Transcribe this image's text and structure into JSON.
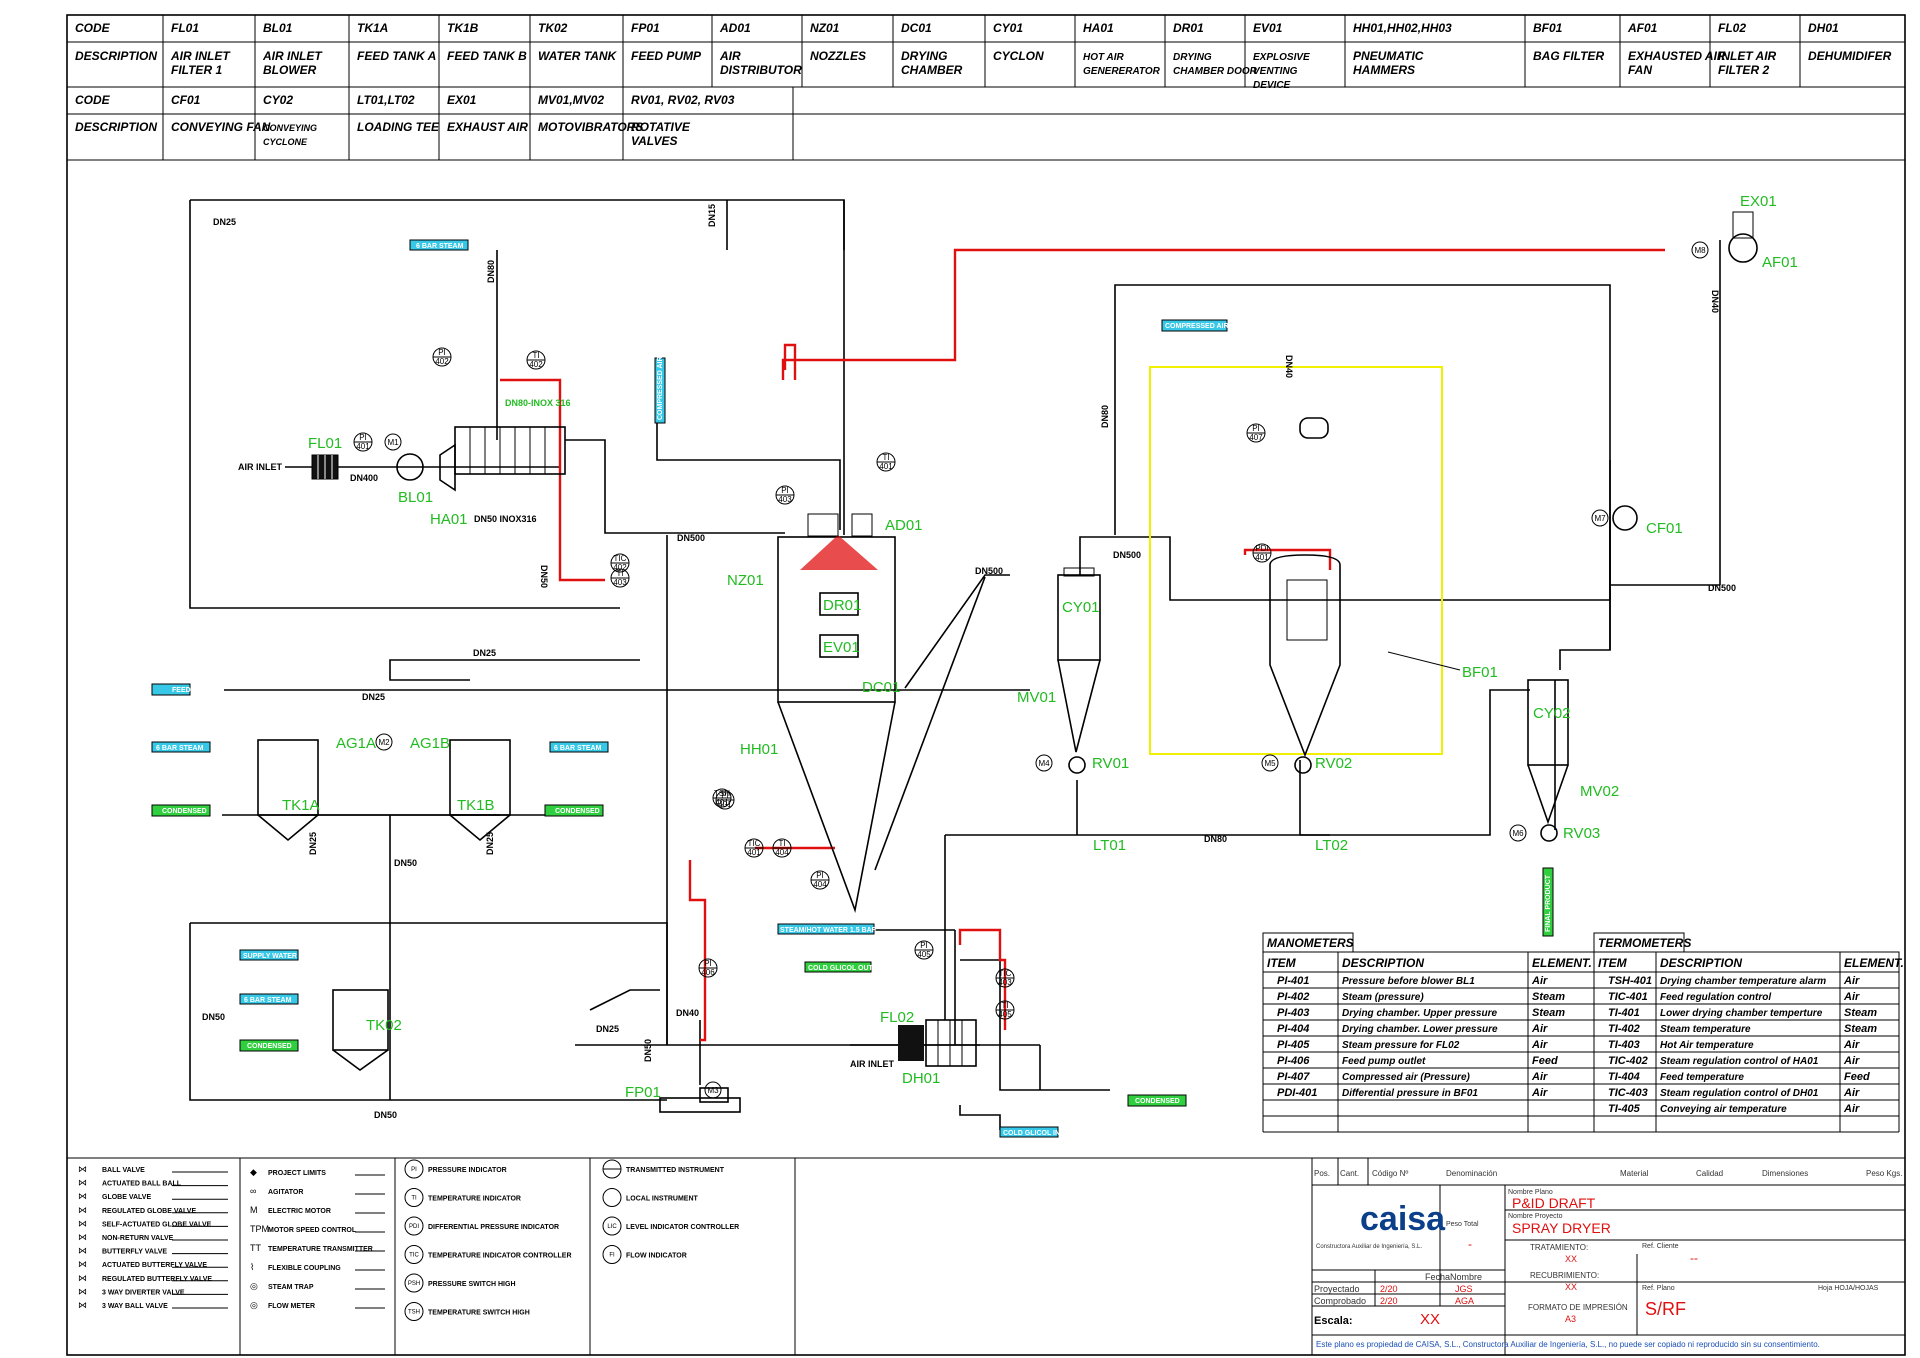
{
  "header_table": {
    "row1": [
      {
        "code": "CODE",
        "desc": "DESCRIPTION"
      },
      {
        "code": "FL01",
        "desc": "AIR INLET FILTER 1"
      },
      {
        "code": "BL01",
        "desc": "AIR INLET BLOWER"
      },
      {
        "code": "TK1A",
        "desc": "FEED TANK A"
      },
      {
        "code": "TK1B",
        "desc": "FEED TANK B"
      },
      {
        "code": "TK02",
        "desc": "WATER TANK"
      },
      {
        "code": "FP01",
        "desc": "FEED PUMP"
      },
      {
        "code": "AD01",
        "desc": "AIR DISTRIBUTOR"
      },
      {
        "code": "NZ01",
        "desc": "NOZZLES"
      },
      {
        "code": "DC01",
        "desc": "DRYING CHAMBER"
      },
      {
        "code": "CY01",
        "desc": "CYCLON"
      },
      {
        "code": "HA01",
        "desc": "HOT AIR GENERERATOR"
      },
      {
        "code": "DR01",
        "desc": "DRYING CHAMBER DOOR"
      },
      {
        "code": "EV01",
        "desc": "EXPLOSIVE VENTING DEVICE"
      },
      {
        "code": "HH01,HH02,HH03",
        "desc": "PNEUMATIC HAMMERS"
      },
      {
        "code": "BF01",
        "desc": "BAG FILTER"
      },
      {
        "code": "AF01",
        "desc": "EXHAUSTED AIR FAN"
      },
      {
        "code": "FL02",
        "desc": "INLET AIR FILTER 2"
      },
      {
        "code": "DH01",
        "desc": "DEHUMIDIFER"
      }
    ],
    "row2": [
      {
        "code": "CODE",
        "desc": "DESCRIPTION"
      },
      {
        "code": "CF01",
        "desc": "CONVEYING FAN"
      },
      {
        "code": "CY02",
        "desc": "CONVEYING CYCLONE"
      },
      {
        "code": "LT01,LT02",
        "desc": "LOADING TEE"
      },
      {
        "code": "EX01",
        "desc": "EXHAUST AIR"
      },
      {
        "code": "MV01,MV02",
        "desc": "MOTOVIBRATORS"
      },
      {
        "code": "RV01, RV02, RV03",
        "desc": "ROTATIVE VALVES"
      }
    ]
  },
  "equipment": {
    "FL01": "FL01",
    "BL01": "BL01",
    "HA01": "HA01",
    "AD01": "AD01",
    "NZ01": "NZ01",
    "DR01": "DR01",
    "EV01": "EV01",
    "DC01": "DC01",
    "HH01": "HH01",
    "CY01": "CY01",
    "MV01": "MV01",
    "RV01": "RV01",
    "LT01": "LT01",
    "BF01": "BF01",
    "RV02": "RV02",
    "LT02": "LT02",
    "CY02": "CY02",
    "MV02": "MV02",
    "RV03": "RV03",
    "CF01": "CF01",
    "AF01": "AF01",
    "EX01": "EX01",
    "TK1A": "TK1A",
    "TK1B": "TK1B",
    "AG1A": "AG1A",
    "AG1B": "AG1B",
    "TK02": "TK02",
    "FP01": "FP01",
    "FL02": "FL02",
    "DH01": "DH01"
  },
  "labels": {
    "air_inlet_1": "AIR INLET",
    "air_inlet_2": "AIR INLET",
    "dn25_a": "DN25",
    "dn15": "DN15",
    "dn80_a": "DN80",
    "dn400": "DN400",
    "dn80_inox": "DN80-INOX 316",
    "dn50_inox": "DN50 INOX316",
    "dn50_a": "DN50",
    "dn500_a": "DN500",
    "dn500_b": "DN500",
    "dn500_c": "DN500",
    "dn500_d": "DN500",
    "dn25_b": "DN25",
    "dn25_c": "DN25",
    "dn25_d": "DN25",
    "dn25_e": "DN25",
    "dn25_f": "DN25",
    "dn50_b": "DN50",
    "dn50_c": "DN50",
    "dn50_d": "DN50",
    "dn50_e": "DN50",
    "dn80_b": "DN80",
    "dn80_c": "DN80",
    "dn40_a": "DN40",
    "dn40_b": "DN40",
    "dn40_c": "DN40"
  },
  "utilities": {
    "steam_6bar_1": "6 BAR STEAM",
    "compressed_air_1": "COMPRESSED AIR",
    "compressed_air_2": "COMPRESSED AIR",
    "feed": "FEED",
    "steam_6bar_2": "6 BAR STEAM",
    "steam_6bar_3": "6 BAR STEAM",
    "condensed_1": "CONDENSED",
    "condensed_2": "CONDENSED",
    "supply_water": "SUPPLY WATER",
    "steam_6bar_4": "6 BAR STEAM",
    "condensed_3": "CONDENSED",
    "steam_hot_water": "STEAM/HOT WATER 1.5 BAR",
    "cold_glicol_out": "COLD GLICOL OUT",
    "cold_glicol_in": "COLD GLICOL IN",
    "condensed_4": "CONDENSED",
    "final_product": "FINAL PRODUCT"
  },
  "instruments": {
    "pi401": [
      "PI",
      "401"
    ],
    "pi402": [
      "PI",
      "402"
    ],
    "pi403": [
      "PI",
      "403"
    ],
    "pi404": [
      "PI",
      "404"
    ],
    "pi405": [
      "PI",
      "405"
    ],
    "pi406": [
      "PI",
      "406"
    ],
    "pi407": [
      "PI",
      "407"
    ],
    "pdi401": [
      "PDI",
      "401"
    ],
    "ti401": [
      "TI",
      "401"
    ],
    "ti402": [
      "TI",
      "402"
    ],
    "ti403": [
      "TI",
      "403"
    ],
    "ti404": [
      "TI",
      "404"
    ],
    "ti405": [
      "TI",
      "405"
    ],
    "tic401": [
      "TIC",
      "401"
    ],
    "tic402": [
      "TIC",
      "402"
    ],
    "tic403": [
      "TIC",
      "403"
    ],
    "tsh401": [
      "TSH",
      "401"
    ],
    "m1": "M1",
    "m2": "M2",
    "m3": "M3",
    "m4": "M4",
    "m5": "M5",
    "m6": "M6",
    "m7": "M7",
    "m8": "M8",
    "tt": "TT",
    "tpm": "TPM"
  },
  "manometers": {
    "title": "MANOMETERS",
    "headers": [
      "ITEM",
      "DESCRIPTION",
      "ELEMENT."
    ],
    "rows": [
      [
        "PI-401",
        "Pressure before blower BL1",
        "Air"
      ],
      [
        "PI-402",
        "Steam (pressure)",
        "Steam"
      ],
      [
        "PI-403",
        "Drying chamber. Upper pressure",
        "Steam"
      ],
      [
        "PI-404",
        "Drying chamber. Lower pressure",
        "Air"
      ],
      [
        "PI-405",
        "Steam pressure for FL02",
        "Air"
      ],
      [
        "PI-406",
        "Feed pump outlet",
        "Feed"
      ],
      [
        "PI-407",
        "Compressed air (Pressure)",
        "Air"
      ],
      [
        "PDI-401",
        "Differential pressure in BF01",
        "Air"
      ]
    ]
  },
  "termometers": {
    "title": "TERMOMETERS",
    "headers": [
      "ITEM",
      "DESCRIPTION",
      "ELEMENT."
    ],
    "rows": [
      [
        "TSH-401",
        "Drying chamber temperature alarm",
        "Air"
      ],
      [
        "TIC-401",
        "Feed regulation control",
        "Air"
      ],
      [
        "TI-401",
        "Lower drying chamber temperture",
        "Steam"
      ],
      [
        "TI-402",
        "Steam temperature",
        "Steam"
      ],
      [
        "TI-403",
        "Hot Air temperature",
        "Air"
      ],
      [
        "TIC-402",
        "Steam regulation control of HA01",
        "Air"
      ],
      [
        "TI-404",
        "Feed temperature",
        "Feed"
      ],
      [
        "TIC-403",
        "Steam regulation control of DH01",
        "Air"
      ],
      [
        "TI-405",
        "Conveying air temperature",
        "Air"
      ]
    ]
  },
  "legend": {
    "col1": [
      "BALL VALVE",
      "ACTUATED BALL BALL",
      "GLOBE VALVE",
      "REGULATED GLOBE VALVE",
      "SELF-ACTUATED GLOBE VALVE",
      "NON-RETURN VALVE",
      "BUTTERFLY VALVE",
      "ACTUATED BUTTERFLY VALVE",
      "REGULATED BUTTERFLY VALVE",
      "3 WAY DIVERTER VALVE",
      "3 WAY BALL VALVE"
    ],
    "col2": [
      "PROJECT LIMITS",
      "AGITATOR",
      "ELECTRIC MOTOR",
      "MOTOR SPEED CONTROL",
      "TEMPERATURE TRANSMITTER",
      "FLEXIBLE COUPLING",
      "STEAM TRAP",
      "FLOW METER"
    ],
    "col2_sym": [
      "◆",
      "∞",
      "M",
      "TPM",
      "TT",
      "⌇",
      "◎",
      "◎"
    ],
    "col3": [
      "PRESSURE INDICATOR",
      "TEMPERATURE INDICATOR",
      "DIFFERENTIAL PRESSURE INDICATOR",
      "TEMPERATURE INDICATOR CONTROLLER",
      "PRESSURE SWITCH HIGH",
      "TEMPERATURE SWITCH HIGH"
    ],
    "col3_sym": [
      "PI",
      "TI",
      "PDI",
      "TIC",
      "PSH",
      "TSH"
    ],
    "col4": [
      "TRANSMITTED INSTRUMENT",
      "LOCAL INSTRUMENT",
      "LEVEL INDICATOR CONTROLLER",
      "FLOW INDICATOR"
    ],
    "col4_sym": [
      "",
      "",
      "LIC",
      "FI"
    ]
  },
  "title_block": {
    "hdr": [
      "Pos.",
      "Cant.",
      "Código Nº",
      "Denominación",
      "Material",
      "Calidad",
      "Dimensiones",
      "Peso Kgs."
    ],
    "logo": "caisa",
    "company": "Constructora Auxiliar de Ingeniería, S.L.",
    "peso_total_label": "Peso Total",
    "peso_total": "-",
    "nombre_plano_label": "Nombre Plano",
    "nombre_plano": "P&ID DRAFT",
    "nombre_proyecto_label": "Nombre Proyecto",
    "nombre_proyecto": "SPRAY DRYER",
    "tratamiento_label": "TRATAMIENTO:",
    "tratamiento": "XX",
    "recubrimiento_label": "RECUBRIMIENTO:",
    "recubrimiento": "XX",
    "formato_label": "FORMATO DE IMPRESIÓN",
    "formato": "A3",
    "ref_cliente_label": "Ref. Cliente",
    "ref_cliente": "--",
    "ref_plano_label": "Ref. Plano",
    "ref_plano": "S/RF",
    "hoja_label": "Hoja HOJA/HOJAS",
    "fecha_label": "Fecha",
    "nombre_label": "Nombre",
    "proyectado_label": "Proyectado",
    "proyectado_fecha": "2/20",
    "proyectado_nombre": "JGS",
    "comprobado_label": "Comprobado",
    "comprobado_fecha": "2/20",
    "comprobado_nombre": "AGA",
    "escala_label": "Escala:",
    "escala": "XX",
    "footer": "Este plano es propiedad de CAISA, S.L., Constructora Auxiliar de Ingeniería, S.L., no puede ser copiado ni reproducido sin su consentimiento."
  },
  "colors": {
    "equipment_label": "#22bb22",
    "red_line": "#e01010",
    "highlight_box": "#f0f000",
    "utility_cyan": "#37c8e8",
    "utility_green": "#2fcf3f"
  }
}
